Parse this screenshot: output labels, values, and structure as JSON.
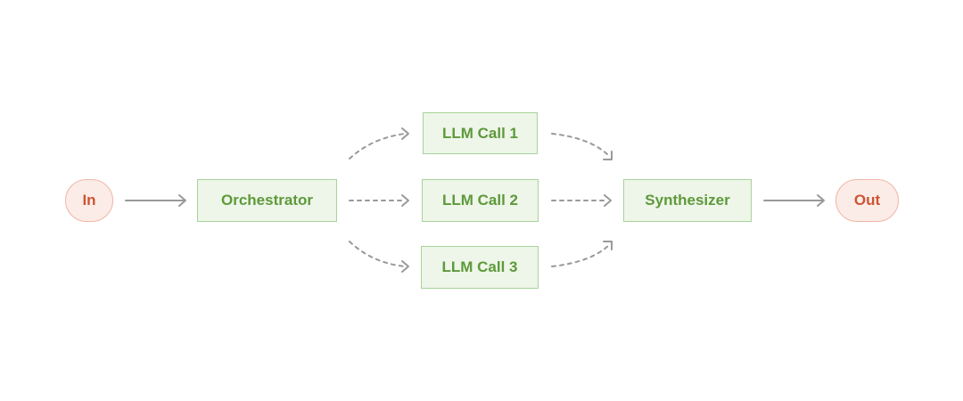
{
  "nodes": {
    "input": "In",
    "orchestrator": "Orchestrator",
    "llm_call_1": "LLM Call 1",
    "llm_call_2": "LLM Call 2",
    "llm_call_3": "LLM Call 3",
    "synthesizer": "Synthesizer",
    "output": "Out"
  },
  "colors": {
    "terminal_fill": "#fcece8",
    "terminal_border": "#efb6a5",
    "terminal_text": "#cc5533",
    "process_fill": "#eef5e9",
    "process_border": "#a7d39a",
    "process_text": "#5d9a3a",
    "arrow": "#999999"
  }
}
